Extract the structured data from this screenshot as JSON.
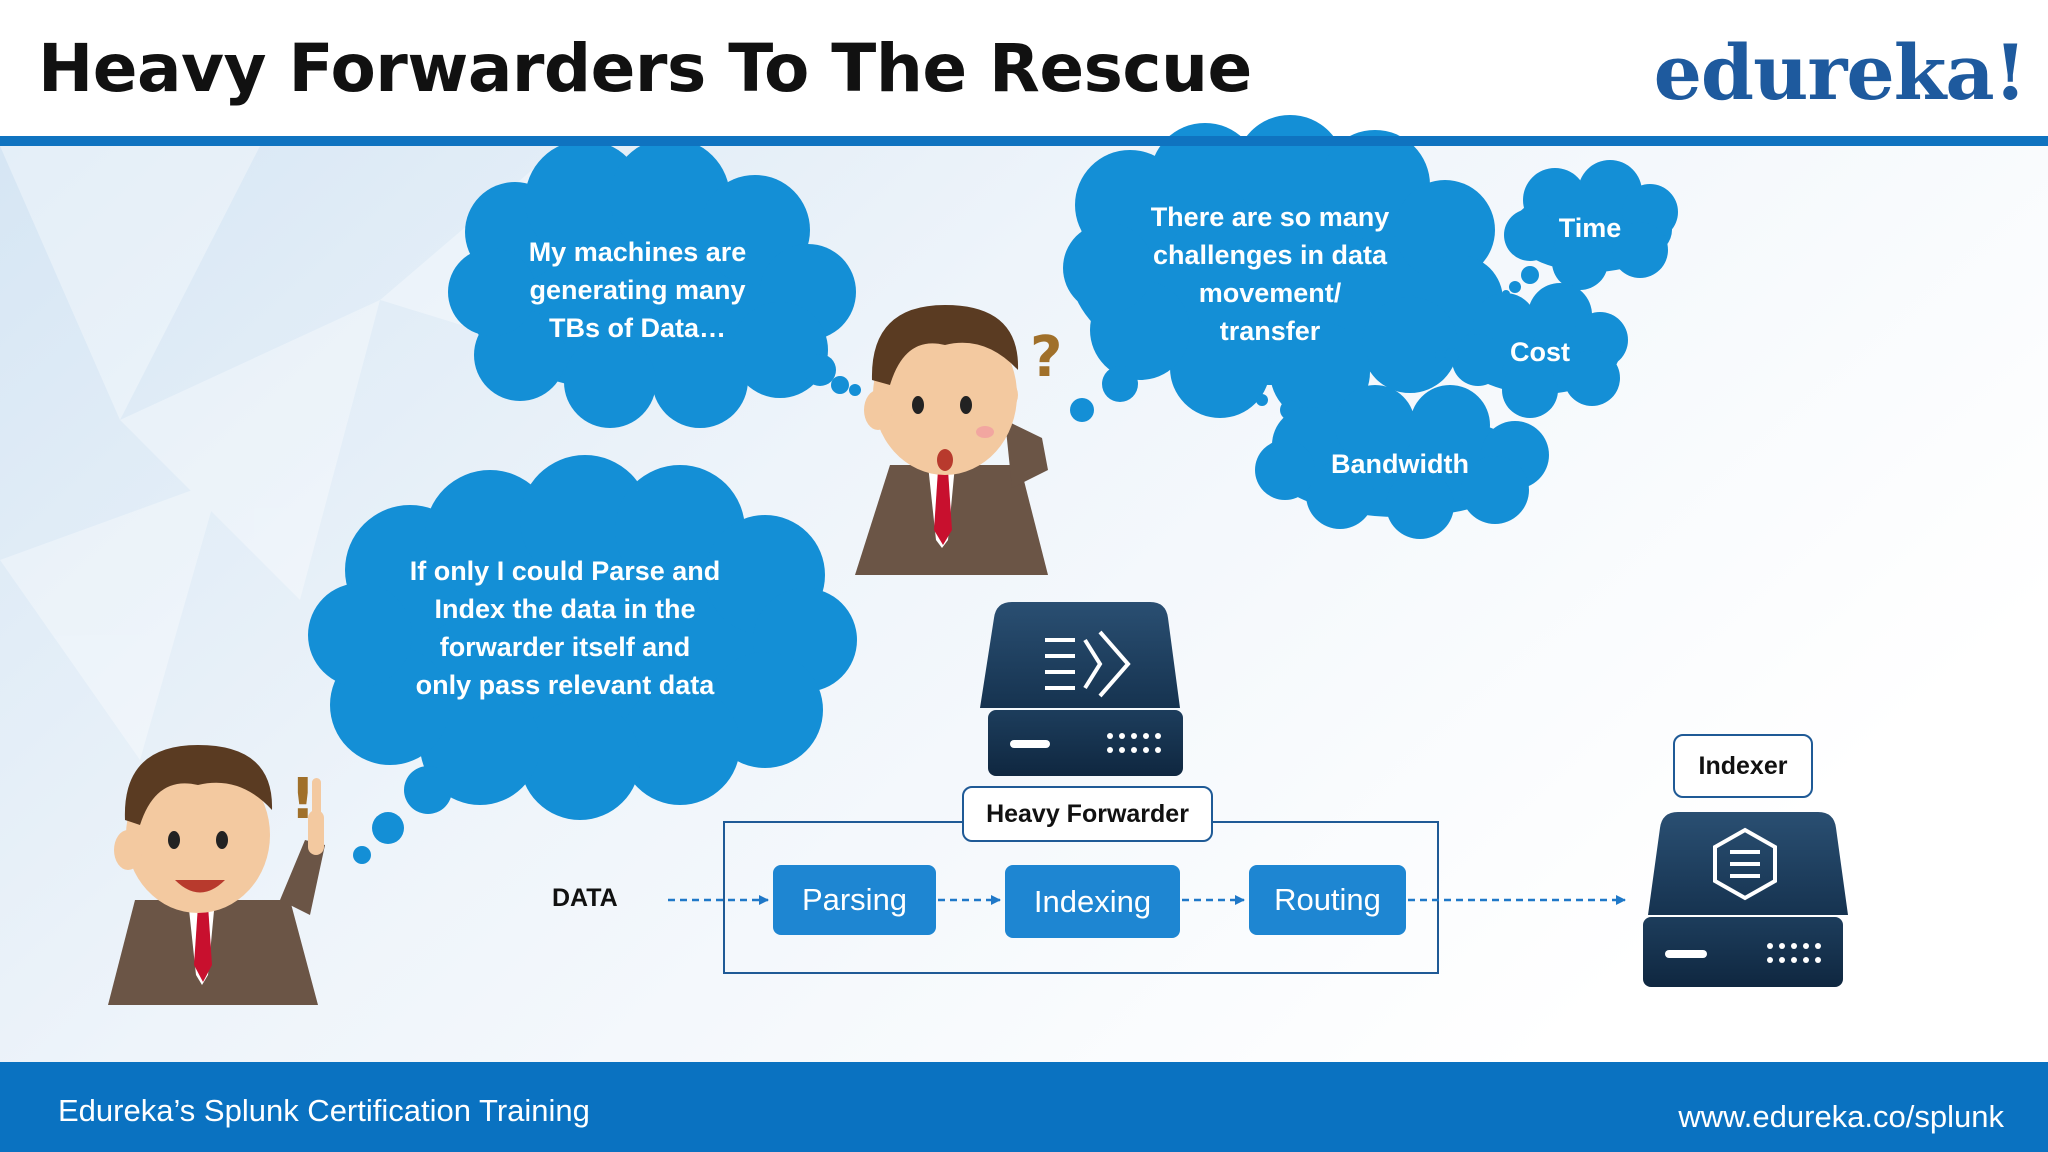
{
  "header": {
    "title": "Heavy Forwarders To The Rescue",
    "logo": "edureka!"
  },
  "thoughts": {
    "machines": [
      "My machines are",
      "generating many",
      "TBs of Data…"
    ],
    "challenges": [
      "There are so many",
      "challenges in data",
      "movement/",
      "transfer"
    ],
    "solution": [
      "If only I could Parse and",
      "Index the data in the",
      "forwarder itself and",
      "only pass relevant data"
    ]
  },
  "challenge_items": {
    "time": "Time",
    "cost": "Cost",
    "bandwidth": "Bandwidth"
  },
  "marks": {
    "question": "?",
    "exclaim": "!"
  },
  "pipeline": {
    "input_label": "DATA",
    "forwarder_label": "Heavy Forwarder",
    "steps": [
      "Parsing",
      "Indexing",
      "Routing"
    ],
    "indexer_label": "Indexer"
  },
  "footer": {
    "course": "Edureka’s Splunk Certification Training",
    "url": "www.edureka.co/splunk"
  },
  "colors": {
    "accent": "#0f73c0",
    "cloud": "#148fd6",
    "step": "#1e86d2",
    "server": "#1b3a57",
    "logo": "#1e5a9e"
  }
}
